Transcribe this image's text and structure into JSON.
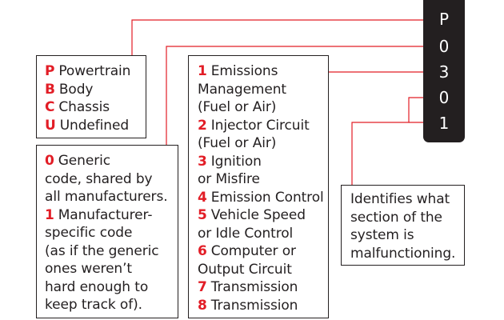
{
  "code": [
    "P",
    "0",
    "3",
    "0",
    "1"
  ],
  "system_box": {
    "items": [
      {
        "letter": "P",
        "text": "Powertrain"
      },
      {
        "letter": "B",
        "text": "Body"
      },
      {
        "letter": "C",
        "text": "Chassis"
      },
      {
        "letter": "U",
        "text": "Undefined"
      }
    ]
  },
  "code_type_box": {
    "lines": [
      {
        "num": "0",
        "text": "Generic"
      },
      {
        "num": "",
        "text": "code, shared by"
      },
      {
        "num": "",
        "text": "all manufacturers."
      },
      {
        "num": "1",
        "text": "Manufacturer-"
      },
      {
        "num": "",
        "text": "specific code"
      },
      {
        "num": "",
        "text": "(as if the generic"
      },
      {
        "num": "",
        "text": "ones weren’t"
      },
      {
        "num": "",
        "text": "hard enough to"
      },
      {
        "num": "",
        "text": "keep track of)."
      }
    ]
  },
  "subsystem_box": {
    "lines": [
      {
        "num": "1",
        "text": "Emissions"
      },
      {
        "num": "",
        "text": "Management"
      },
      {
        "num": "",
        "text": "(Fuel or Air)"
      },
      {
        "num": "2",
        "text": "Injector Circuit"
      },
      {
        "num": "",
        "text": "(Fuel or Air)"
      },
      {
        "num": "3",
        "text": "Ignition"
      },
      {
        "num": "",
        "text": "or Misfire"
      },
      {
        "num": "4",
        "text": "Emission Control"
      },
      {
        "num": "5",
        "text": "Vehicle Speed"
      },
      {
        "num": "",
        "text": "or Idle Control"
      },
      {
        "num": "6",
        "text": "Computer or"
      },
      {
        "num": "",
        "text": "Output Circuit"
      },
      {
        "num": "7",
        "text": "Transmission"
      },
      {
        "num": "8",
        "text": "Transmission"
      }
    ]
  },
  "section_box": {
    "lines": [
      "Identifies what",
      "section of the",
      "system is",
      "malfunctioning."
    ]
  },
  "colors": {
    "accent": "#e21d26",
    "ink": "#231f20",
    "panel": "#231f20",
    "panel_text": "#ffffff"
  }
}
